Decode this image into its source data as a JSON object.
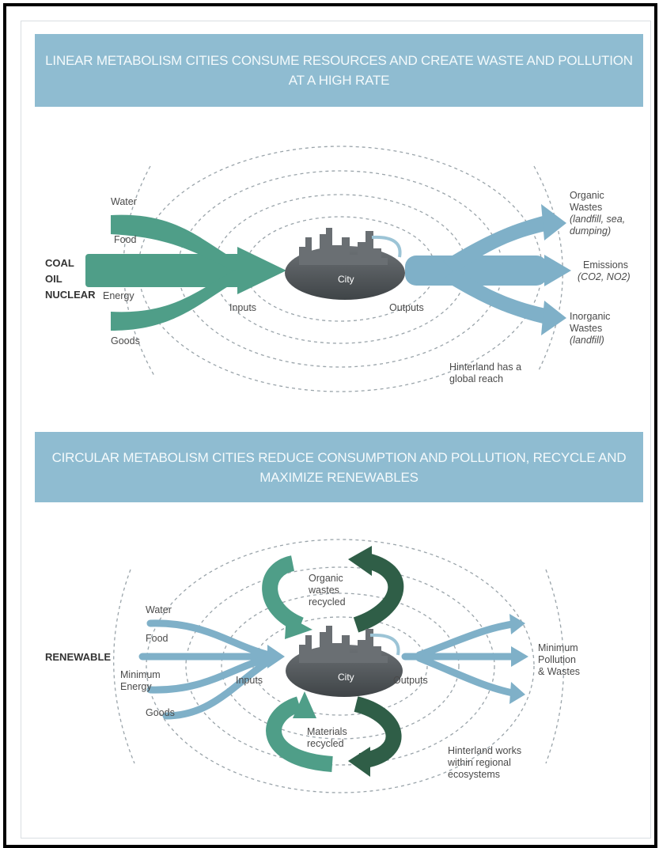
{
  "linear": {
    "banner": "LINEAR METABOLISM CITIES CONSUME RESOURCES AND CREATE WASTE AND POLLUTION AT A HIGH RATE",
    "sources": [
      "COAL",
      "OIL",
      "NUCLEAR"
    ],
    "inputs": [
      "Water",
      "Food",
      "Energy",
      "Goods"
    ],
    "inputs_label": "Inputs",
    "city_label": "City",
    "outputs_label": "Outputs",
    "organic_title": "Organic",
    "organic_title2": "Wastes",
    "organic_note": "(landfill, sea,",
    "organic_note2": "dumping)",
    "emissions_title": "Emissions",
    "emissions_note": "(CO2, NO2)",
    "inorganic_title": "Inorganic",
    "inorganic_title2": "Wastes",
    "inorganic_note": "(landfill)",
    "hinterland_line1": "Hinterland has a",
    "hinterland_line2": "global reach"
  },
  "circular": {
    "banner": "CIRCULAR METABOLISM CITIES REDUCE CONSUMPTION AND POLLUTION, RECYCLE AND MAXIMIZE RENEWABLES",
    "source": "RENEWABLE",
    "inputs": [
      "Water",
      "Food",
      "Minimum",
      "Energy",
      "Goods"
    ],
    "inputs_label": "Inputs",
    "city_label": "City",
    "outputs_label": "Outputs",
    "organic_recycled_line1": "Organic",
    "organic_recycled_line2": "wastes",
    "organic_recycled_line3": "recycled",
    "materials_line1": "Materials",
    "materials_line2": "recycled",
    "minimum_line1": "Minimum",
    "minimum_line2": "Pollution",
    "minimum_line3": "& Wastes",
    "hinterland_line1": "Hinterland works",
    "hinterland_line2": "within regional",
    "hinterland_line3": "ecosystems"
  },
  "colors": {
    "banner": "#8fbcd1",
    "input_green": "#4f9e88",
    "output_blue": "#7fb0c8",
    "dark_green": "#2f5e47",
    "city": "#555a5e"
  }
}
